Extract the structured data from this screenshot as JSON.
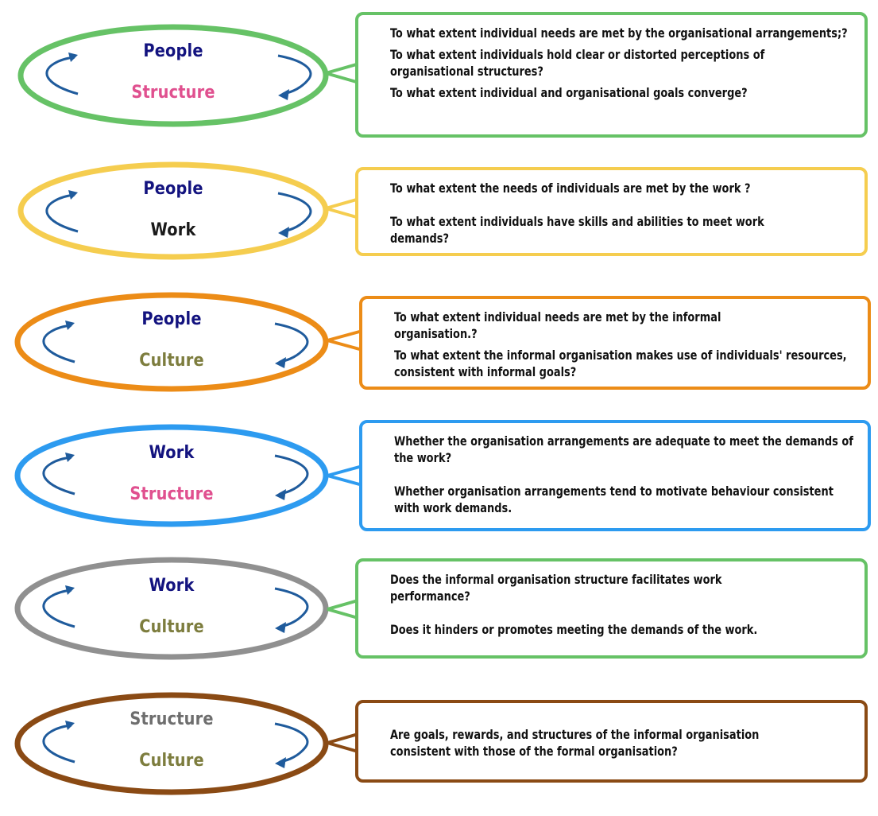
{
  "colors": {
    "arrow": "#1f5b9c",
    "text_dark": "#111111",
    "people": "#13137f",
    "work": "#13137f",
    "structure_pink": "#e0508f",
    "culture": "#7d7d3e",
    "structure_grey": "#6e6e6e",
    "work_black": "#1a1a1a"
  },
  "rows": [
    {
      "border": "#66c266",
      "top_label": "People",
      "top_color": "#13137f",
      "bottom_label": "Structure",
      "bottom_color": "#e0508f",
      "questions": [
        "To what extent individual needs are met by the organisational arrangements;?",
        "To what extent individuals hold clear or distorted perceptions of organisational structures?",
        "To what extent individual and organisational goals converge?"
      ]
    },
    {
      "border": "#f5cd4f",
      "top_label": "People",
      "top_color": "#13137f",
      "bottom_label": "Work",
      "bottom_color": "#1a1a1a",
      "questions": [
        "To what extent the needs of individuals are met by the work ?",
        "To what extent individuals have skills and abilities to meet work demands?"
      ]
    },
    {
      "border": "#ec8c17",
      "top_label": "People",
      "top_color": "#13137f",
      "bottom_label": "Culture",
      "bottom_color": "#7d7d3e",
      "questions": [
        "To what extent individual needs are met by the informal organisation.?",
        "To what extent the informal organisation makes use of individuals' resources, consistent with informal goals?"
      ]
    },
    {
      "border": "#2d9bf0",
      "top_label": "Work",
      "top_color": "#13137f",
      "bottom_label": "Structure",
      "bottom_color": "#e0508f",
      "questions": [
        "Whether the organisation arrangements are adequate to meet the demands of the work?",
        "Whether organisation arrangements tend to motivate behaviour consistent with work demands."
      ]
    },
    {
      "border": "#909090",
      "box_border": "#66c266",
      "top_label": "Work",
      "top_color": "#13137f",
      "bottom_label": "Culture",
      "bottom_color": "#7d7d3e",
      "questions": [
        "Does the informal organisation structure facilitates work performance?",
        "Does it hinders or promotes meeting the demands of the work."
      ]
    },
    {
      "border": "#8a4a14",
      "top_label": "Structure",
      "top_color": "#6e6e6e",
      "bottom_label": "Culture",
      "bottom_color": "#7d7d3e",
      "questions": [
        "Are goals, rewards, and structures of the informal organisation consistent with those of the formal organisation?"
      ]
    }
  ]
}
